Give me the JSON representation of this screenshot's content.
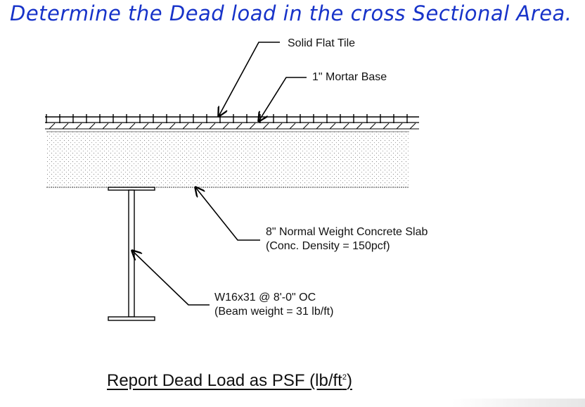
{
  "question": {
    "text": "Determine the Dead load in the cross Sectional Area.",
    "color": "#1733c9"
  },
  "diagram": {
    "components": {
      "tile": {
        "label": "Solid Flat Tile"
      },
      "mortar": {
        "label": "1\" Mortar Base"
      },
      "slab": {
        "label_line1": "8\" Normal Weight Concrete Slab",
        "label_line2": "(Conc. Density = 150pcf)"
      },
      "beam": {
        "label_line1": "W16x31 @ 8'-0\" OC",
        "label_line2": "(Beam weight = 31 lb/ft)"
      }
    }
  },
  "report": {
    "text": "Report Dead Load as PSF (lb/ft",
    "superscript": "2",
    "suffix": ")"
  }
}
